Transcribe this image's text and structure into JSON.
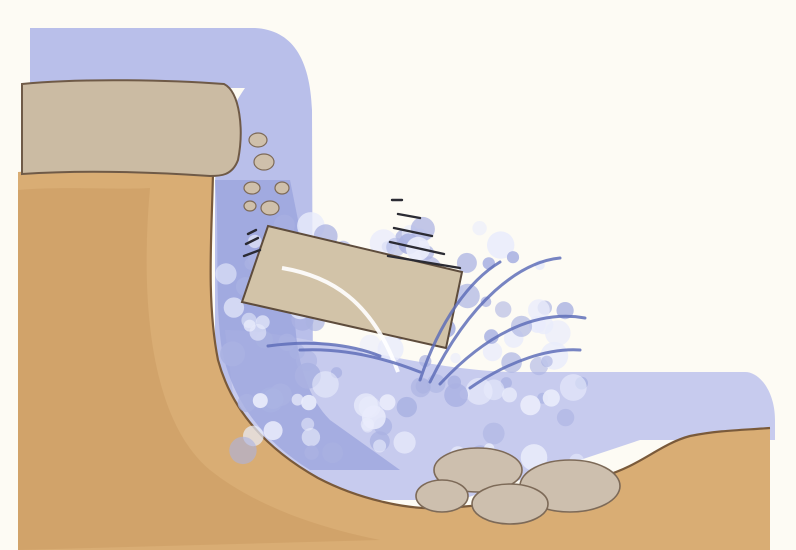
{
  "diagram": {
    "colors": {
      "background": "#fdfbf4",
      "bank": "#d9ad74",
      "bank_shadow": "#c4935a",
      "bank_outline": "#7a5a3a",
      "cap_rock": "#cbbba3",
      "cap_rock_outline": "#6f5a47",
      "water": "#b9bfea",
      "water_dark": "#9aa3dc",
      "pool": "#c7cbee",
      "bubble": "#e9ecfb",
      "bubble_dark": "#aab2e2",
      "falling_rock": "#d2c3a8",
      "falling_rock_outline": "#5e4c3c",
      "splash_line": "#5f6fb8",
      "motion_line": "#2b2b33",
      "cobble": "#cdbfae",
      "cobble_outline": "#7d6a58",
      "pebble": "#cfc0ab"
    },
    "icons": [
      "falling-block",
      "motion-lines",
      "splash-droplets",
      "plunge-pool-cobbles"
    ]
  }
}
